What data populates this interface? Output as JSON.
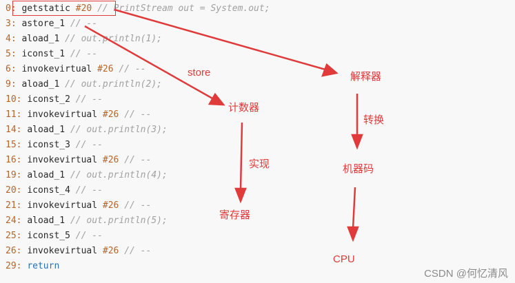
{
  "code_lines": [
    {
      "ln": "0:",
      "op": "getstatic",
      "num": "#20",
      "cmt": "// PrintStream out = System.out;"
    },
    {
      "ln": "3:",
      "op": "astore_1",
      "num": "",
      "cmt": "// --"
    },
    {
      "ln": "4:",
      "op": "aload_1",
      "num": "",
      "cmt": "// out.println(1);"
    },
    {
      "ln": "5:",
      "op": "iconst_1",
      "num": "",
      "cmt": "// --"
    },
    {
      "ln": "6:",
      "op": "invokevirtual",
      "num": "#26",
      "cmt": "// --"
    },
    {
      "ln": "9:",
      "op": "aload_1",
      "num": "",
      "cmt": "// out.println(2);"
    },
    {
      "ln": "10:",
      "op": "iconst_2",
      "num": "",
      "cmt": "// --"
    },
    {
      "ln": "11:",
      "op": "invokevirtual",
      "num": "#26",
      "cmt": "// --"
    },
    {
      "ln": "14:",
      "op": "aload_1",
      "num": "",
      "cmt": "// out.println(3);"
    },
    {
      "ln": "15:",
      "op": "iconst_3",
      "num": "",
      "cmt": "// --"
    },
    {
      "ln": "16:",
      "op": "invokevirtual",
      "num": "#26",
      "cmt": "// --"
    },
    {
      "ln": "19:",
      "op": "aload_1",
      "num": "",
      "cmt": "// out.println(4);"
    },
    {
      "ln": "20:",
      "op": "iconst_4",
      "num": "",
      "cmt": "// --"
    },
    {
      "ln": "21:",
      "op": "invokevirtual",
      "num": "#26",
      "cmt": "// --"
    },
    {
      "ln": "24:",
      "op": "aload_1",
      "num": "",
      "cmt": "// out.println(5);"
    },
    {
      "ln": "25:",
      "op": "iconst_5",
      "num": "",
      "cmt": "// --"
    },
    {
      "ln": "26:",
      "op": "invokevirtual",
      "num": "#26",
      "cmt": "// --"
    },
    {
      "ln": "29:",
      "op": "return",
      "num": "",
      "cmt": ""
    }
  ],
  "labels": {
    "store": "store",
    "interpreter": "解释器",
    "counter": "计数器",
    "convert": "转换",
    "implement": "实现",
    "machine_code": "机器码",
    "register": "寄存器",
    "cpu": "CPU"
  },
  "watermark": "CSDN @何忆清风",
  "colors": {
    "accent": "#e03a3a"
  }
}
